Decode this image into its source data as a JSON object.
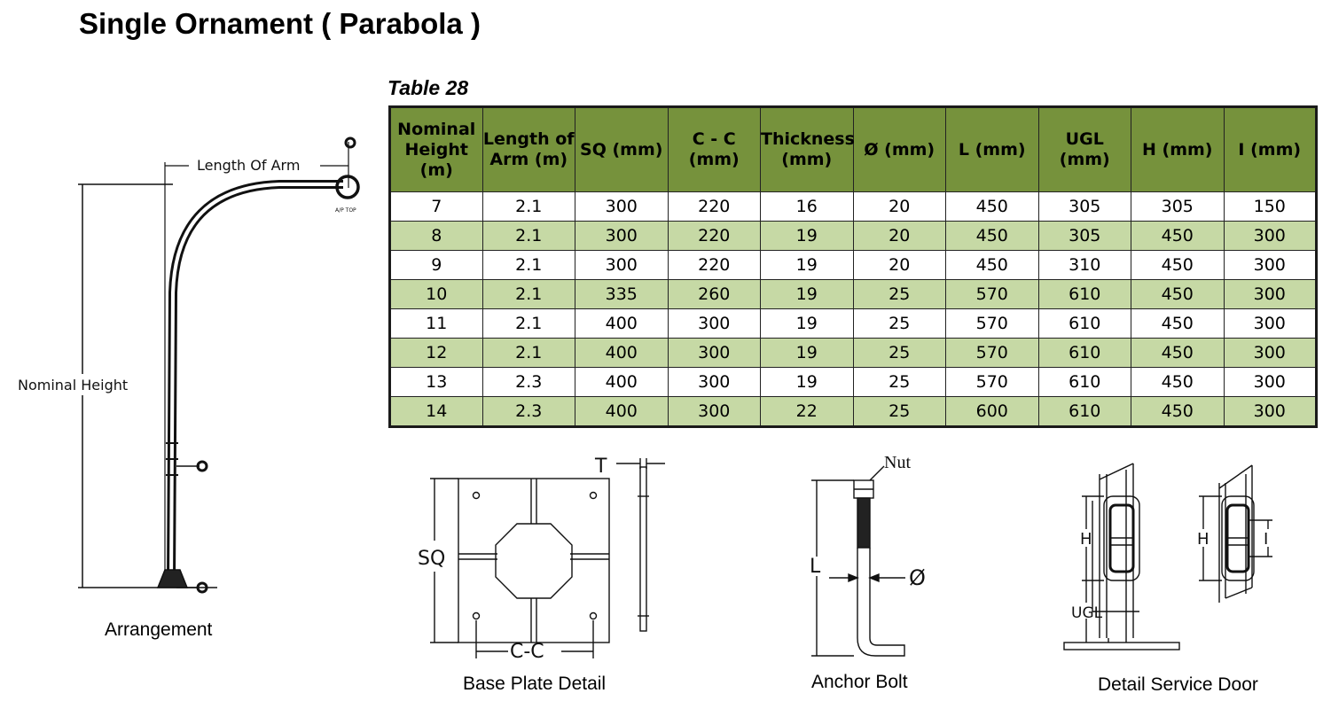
{
  "title": "Single Ornament ( Parabola )",
  "table": {
    "caption": "Table 28",
    "headers": [
      "Nominal Height (m)",
      "Length of Arm (m)",
      "SQ (mm)",
      "C - C (mm)",
      "Thickness (mm)",
      "Ø (mm)",
      "L (mm)",
      "UGL (mm)",
      "H (mm)",
      "I (mm)"
    ],
    "rows": [
      [
        "7",
        "2.1",
        "300",
        "220",
        "16",
        "20",
        "450",
        "305",
        "305",
        "150"
      ],
      [
        "8",
        "2.1",
        "300",
        "220",
        "19",
        "20",
        "450",
        "305",
        "450",
        "300"
      ],
      [
        "9",
        "2.1",
        "300",
        "220",
        "19",
        "20",
        "450",
        "310",
        "450",
        "300"
      ],
      [
        "10",
        "2.1",
        "335",
        "260",
        "19",
        "25",
        "570",
        "610",
        "450",
        "300"
      ],
      [
        "11",
        "2.1",
        "400",
        "300",
        "19",
        "25",
        "570",
        "610",
        "450",
        "300"
      ],
      [
        "12",
        "2.1",
        "400",
        "300",
        "19",
        "25",
        "570",
        "610",
        "450",
        "300"
      ],
      [
        "13",
        "2.3",
        "400",
        "300",
        "19",
        "25",
        "570",
        "610",
        "450",
        "300"
      ],
      [
        "14",
        "2.3",
        "400",
        "300",
        "22",
        "25",
        "600",
        "610",
        "450",
        "300"
      ]
    ]
  },
  "arrangement": {
    "caption": "Arrangement",
    "length_of_arm_label": "Length Of Arm",
    "nominal_height_label": "Nominal Height",
    "top_label": "A/P TOP"
  },
  "base_plate": {
    "caption": "Base Plate Detail",
    "sq_label": "SQ",
    "cc_label": "C-C",
    "t_label": "T"
  },
  "anchor_bolt": {
    "caption": "Anchor Bolt",
    "nut_label": "Nut",
    "l_label": "L",
    "dia_label": "Ø"
  },
  "service_door": {
    "caption": "Detail Service Door",
    "h_label": "H",
    "ugl_label": "UGL",
    "i_label": "I"
  }
}
